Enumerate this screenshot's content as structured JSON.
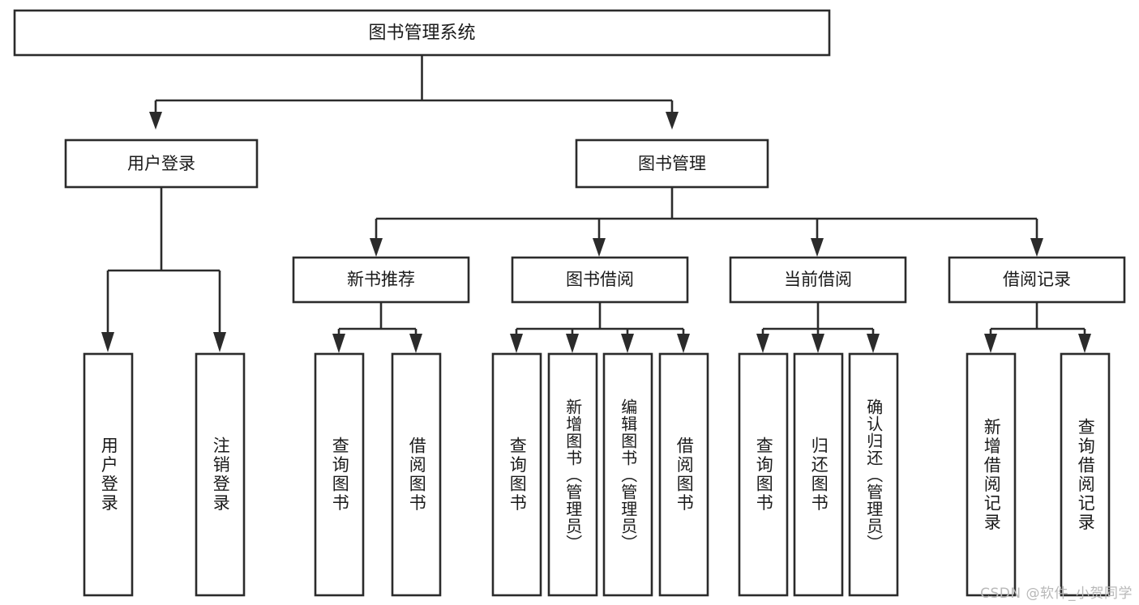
{
  "diagram": {
    "title": "图书管理系统",
    "type": "tree-hierarchy",
    "watermark": "CSDN @软件_小贺同学",
    "root": {
      "id": "root",
      "label": "图书管理系统"
    },
    "level2": [
      {
        "id": "user-login",
        "label": "用户登录"
      },
      {
        "id": "book-manage",
        "label": "图书管理"
      }
    ],
    "level3": [
      {
        "id": "new-book-rec",
        "label": "新书推荐",
        "parent": "book-manage"
      },
      {
        "id": "book-borrow",
        "label": "图书借阅",
        "parent": "book-manage"
      },
      {
        "id": "current-borrow",
        "label": "当前借阅",
        "parent": "book-manage"
      },
      {
        "id": "borrow-record",
        "label": "借阅记录",
        "parent": "book-manage"
      }
    ],
    "leaves": {
      "user-login": [
        {
          "id": "leaf-user-login",
          "label": "用户登录"
        },
        {
          "id": "leaf-user-logout",
          "label": "注销登录"
        }
      ],
      "new-book-rec": [
        {
          "id": "leaf-query-book-1",
          "label": "查询图书"
        },
        {
          "id": "leaf-borrow-book-1",
          "label": "借阅图书"
        }
      ],
      "book-borrow": [
        {
          "id": "leaf-query-book-2",
          "label": "查询图书"
        },
        {
          "id": "leaf-add-book",
          "label": "新增图书（管理员）"
        },
        {
          "id": "leaf-edit-book",
          "label": "编辑图书（管理员）"
        },
        {
          "id": "leaf-borrow-book-2",
          "label": "借阅图书"
        }
      ],
      "current-borrow": [
        {
          "id": "leaf-query-book-3",
          "label": "查询图书"
        },
        {
          "id": "leaf-return-book",
          "label": "归还图书"
        },
        {
          "id": "leaf-confirm-return",
          "label": "确认归还（管理员）"
        }
      ],
      "borrow-record": [
        {
          "id": "leaf-add-record",
          "label": "新增借阅记录"
        },
        {
          "id": "leaf-query-record",
          "label": "查询借阅记录"
        }
      ]
    },
    "colors": {
      "stroke": "#2b2b2b",
      "box_fill": "#ffffff",
      "text": "#1a1a1a",
      "background": "#ffffff",
      "watermark": "#b8b8b8"
    }
  }
}
